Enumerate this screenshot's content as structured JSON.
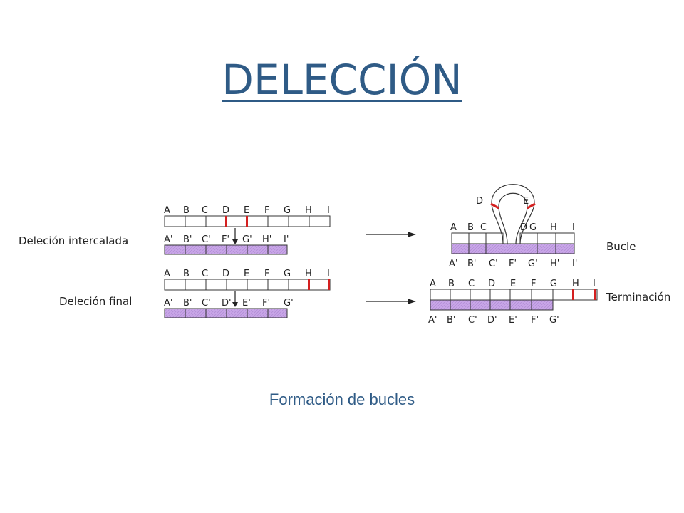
{
  "title": "DELECCIÓN",
  "caption": "Formación de bucles",
  "colors": {
    "title": "#2f5b86",
    "lower_chromosome_fill": "#c9a6e8",
    "break_mark": "#d42020"
  },
  "labels": {
    "interstitial": "Deleción intercalada",
    "terminal": "Deleción final",
    "loop": "Bucle",
    "termination": "Terminación"
  },
  "chromosomes": {
    "normal_upper": [
      "A",
      "B",
      "C",
      "D",
      "E",
      "F",
      "G",
      "H",
      "I"
    ],
    "interstitial_lower": [
      "A'",
      "B'",
      "C'",
      "F'",
      "G'",
      "H'",
      "I'"
    ],
    "terminal_lower": [
      "A'",
      "B'",
      "C'",
      "D'",
      "E'",
      "F'",
      "G'"
    ],
    "loop_upper_left": [
      "A",
      "B",
      "C"
    ],
    "loop_top": [
      "D",
      "E"
    ],
    "loop_upper_right": [
      "D",
      "G",
      "H",
      "I"
    ],
    "loop_lower": [
      "A'",
      "B'",
      "C'",
      "F'",
      "G'",
      "H'",
      "I'"
    ],
    "termination_upper": [
      "A",
      "B",
      "C",
      "D",
      "E",
      "F",
      "G",
      "H",
      "I"
    ],
    "termination_lower": [
      "A'",
      "B'",
      "C'",
      "D'",
      "E'",
      "F'",
      "G'"
    ]
  }
}
